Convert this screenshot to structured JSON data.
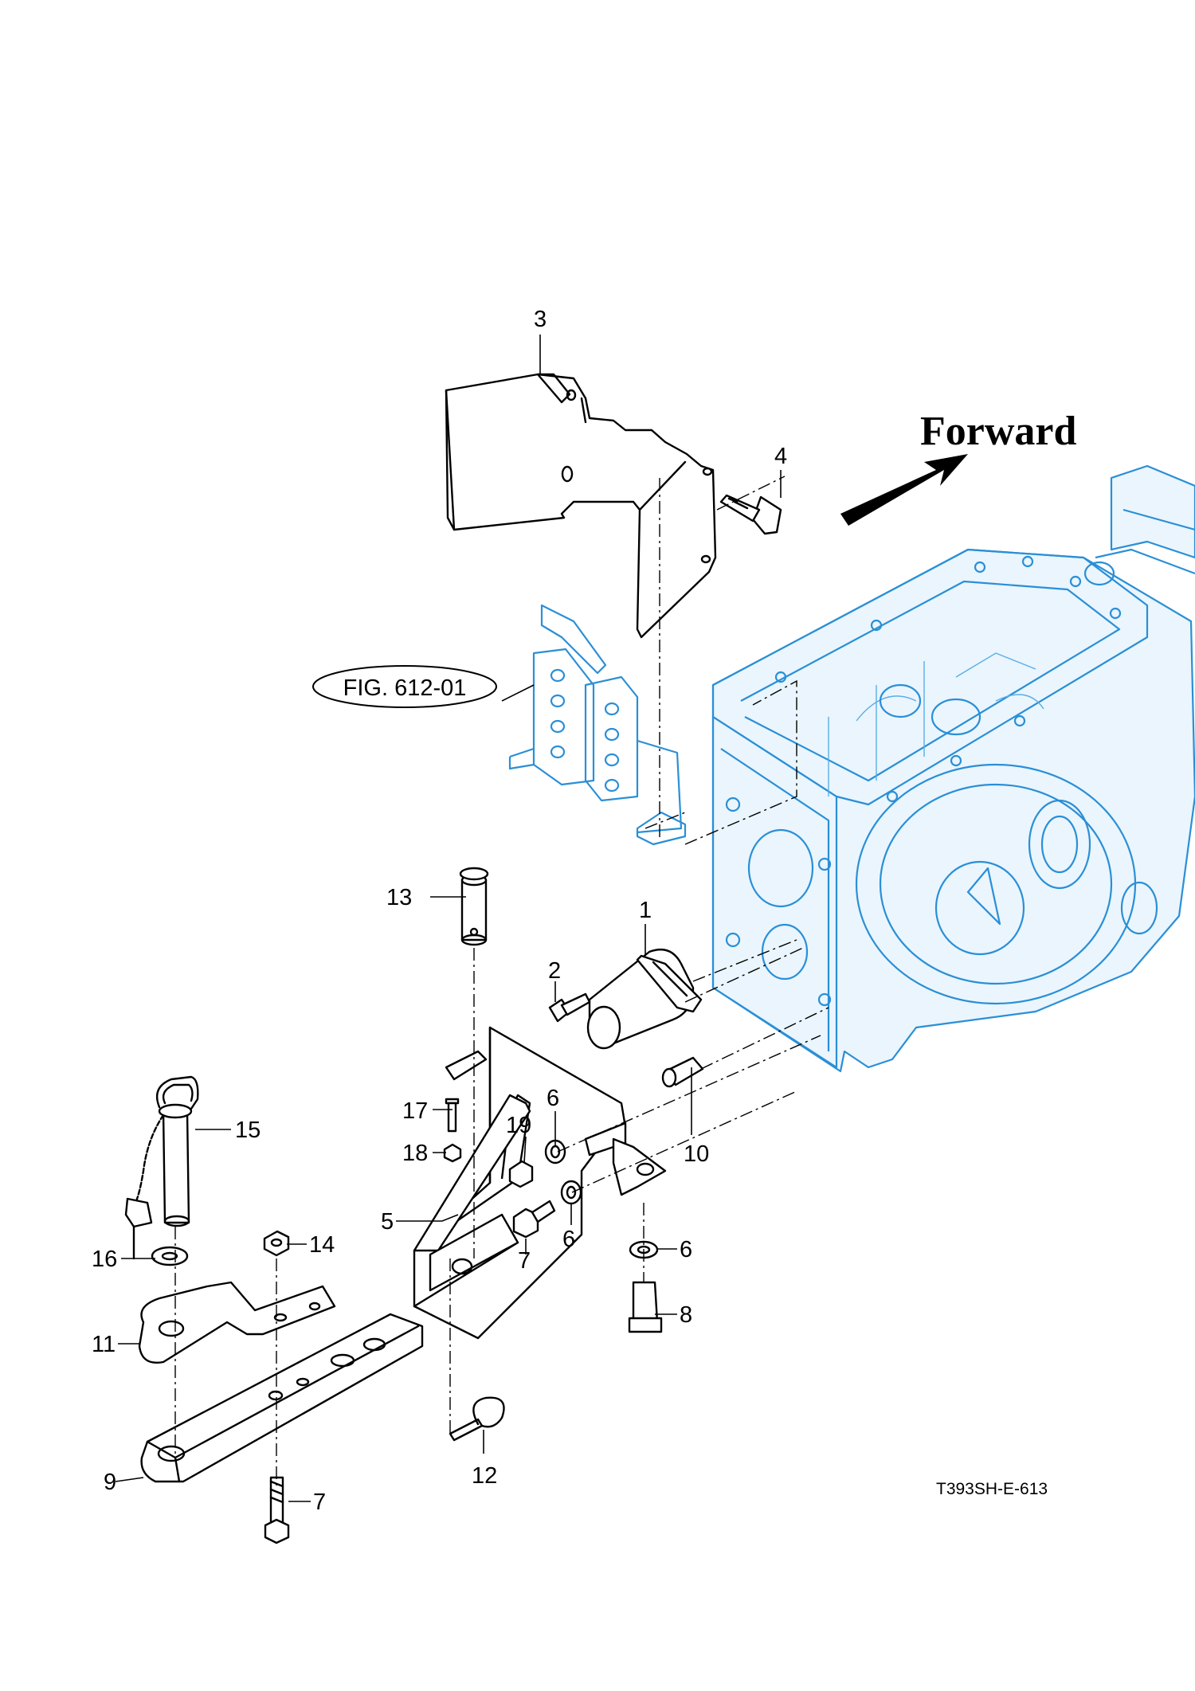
{
  "heading": "Forward",
  "drawing_code": "T393SH-E-613",
  "figure_reference": "FIG. 612-01",
  "callouts": [
    {
      "id": "1",
      "text": "1"
    },
    {
      "id": "2",
      "text": "2"
    },
    {
      "id": "3",
      "text": "3"
    },
    {
      "id": "4",
      "text": "4"
    },
    {
      "id": "5",
      "text": "5"
    },
    {
      "id": "6a",
      "text": "6"
    },
    {
      "id": "6b",
      "text": "6"
    },
    {
      "id": "6c",
      "text": "6"
    },
    {
      "id": "7a",
      "text": "7"
    },
    {
      "id": "7b",
      "text": "7"
    },
    {
      "id": "8",
      "text": "8"
    },
    {
      "id": "9",
      "text": "9"
    },
    {
      "id": "10",
      "text": "10"
    },
    {
      "id": "11",
      "text": "11"
    },
    {
      "id": "12",
      "text": "12"
    },
    {
      "id": "13",
      "text": "13"
    },
    {
      "id": "14",
      "text": "14"
    },
    {
      "id": "15",
      "text": "15"
    },
    {
      "id": "16",
      "text": "16"
    },
    {
      "id": "17",
      "text": "17"
    },
    {
      "id": "18",
      "text": "18"
    },
    {
      "id": "19",
      "text": "19"
    }
  ],
  "colors": {
    "line_art": "#000000",
    "reference_parts": "#2a8fd6",
    "background": "#ffffff"
  }
}
